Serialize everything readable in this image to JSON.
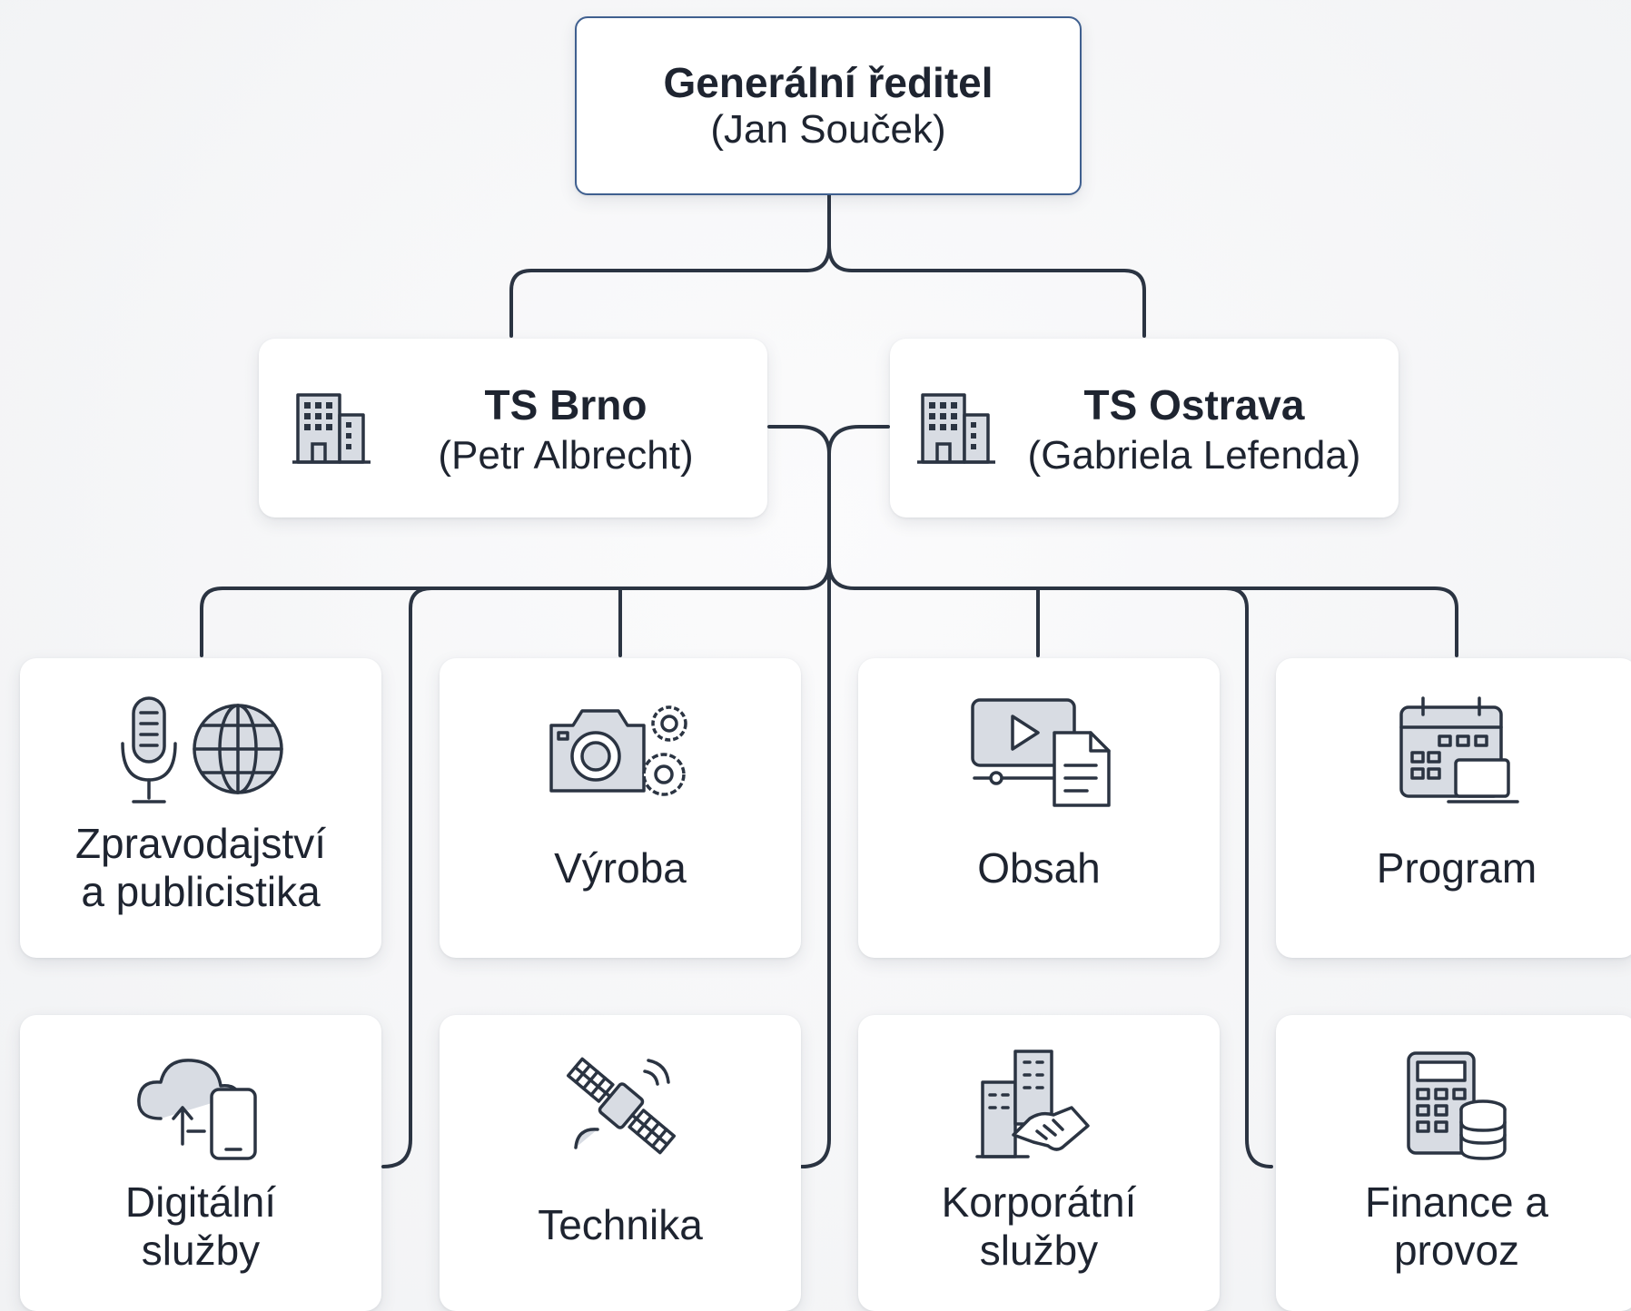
{
  "root": {
    "title": "Generální ředitel",
    "person": "(Jan Souček)"
  },
  "branches": [
    {
      "title": "TS Brno",
      "person": "(Petr Albrecht)",
      "icon": "building-icon"
    },
    {
      "title": "TS Ostrava",
      "person": "(Gabriela Lefenda)",
      "icon": "building-icon"
    }
  ],
  "departments": [
    {
      "label": "Zpravodajství\na publicistika",
      "icon": "microphone-globe-icon"
    },
    {
      "label": "Výroba",
      "icon": "camera-gears-icon"
    },
    {
      "label": "Obsah",
      "icon": "video-document-icon"
    },
    {
      "label": "Program",
      "icon": "calendar-laptop-icon"
    },
    {
      "label": "Digitální\nslužby",
      "icon": "cloud-phone-icon"
    },
    {
      "label": "Technika",
      "icon": "satellite-icon"
    },
    {
      "label": "Korporátní\nslužby",
      "icon": "handshake-building-icon"
    },
    {
      "label": "Finance a\nprovoz",
      "icon": "calculator-coins-icon"
    }
  ],
  "colors": {
    "line": "#2b3442",
    "root_border": "#3f5f8f",
    "icon_fill": "#d8dce3"
  }
}
